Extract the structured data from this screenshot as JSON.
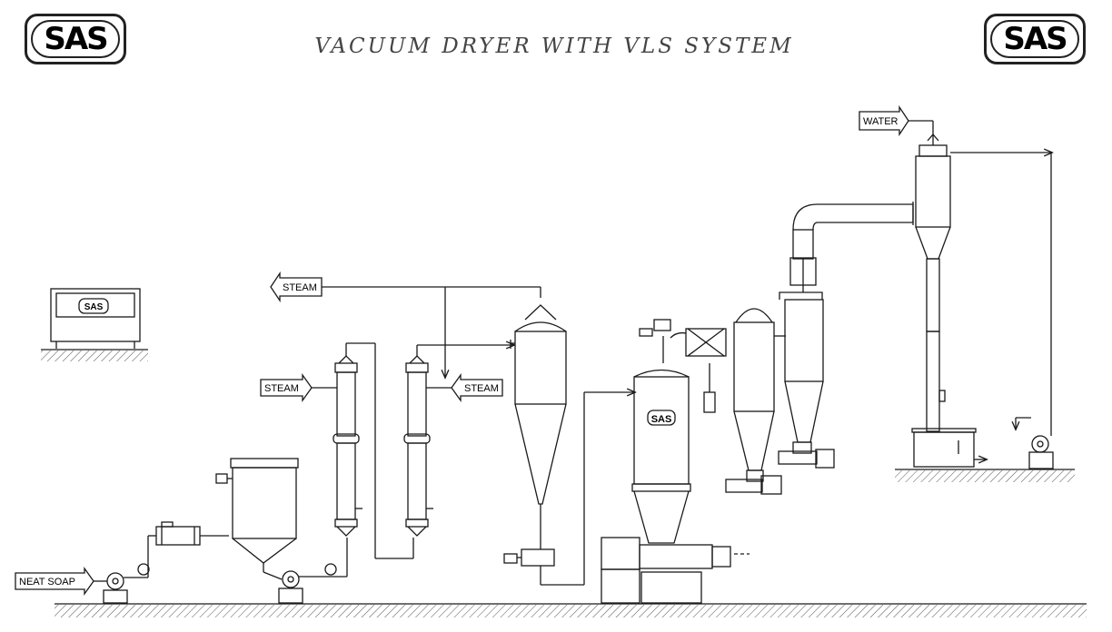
{
  "title": "VACUUM DRYER WITH VLS SYSTEM",
  "logo": {
    "text": "SAS"
  },
  "labels": {
    "neat_soap": "NEAT SOAP",
    "steam_inlet_left": "STEAM",
    "steam_inlet_right": "STEAM",
    "steam_outlet": "STEAM",
    "water": "WATER"
  },
  "colors": {
    "line": "#1a1a1a",
    "text": "#000000",
    "title": "#444444"
  }
}
